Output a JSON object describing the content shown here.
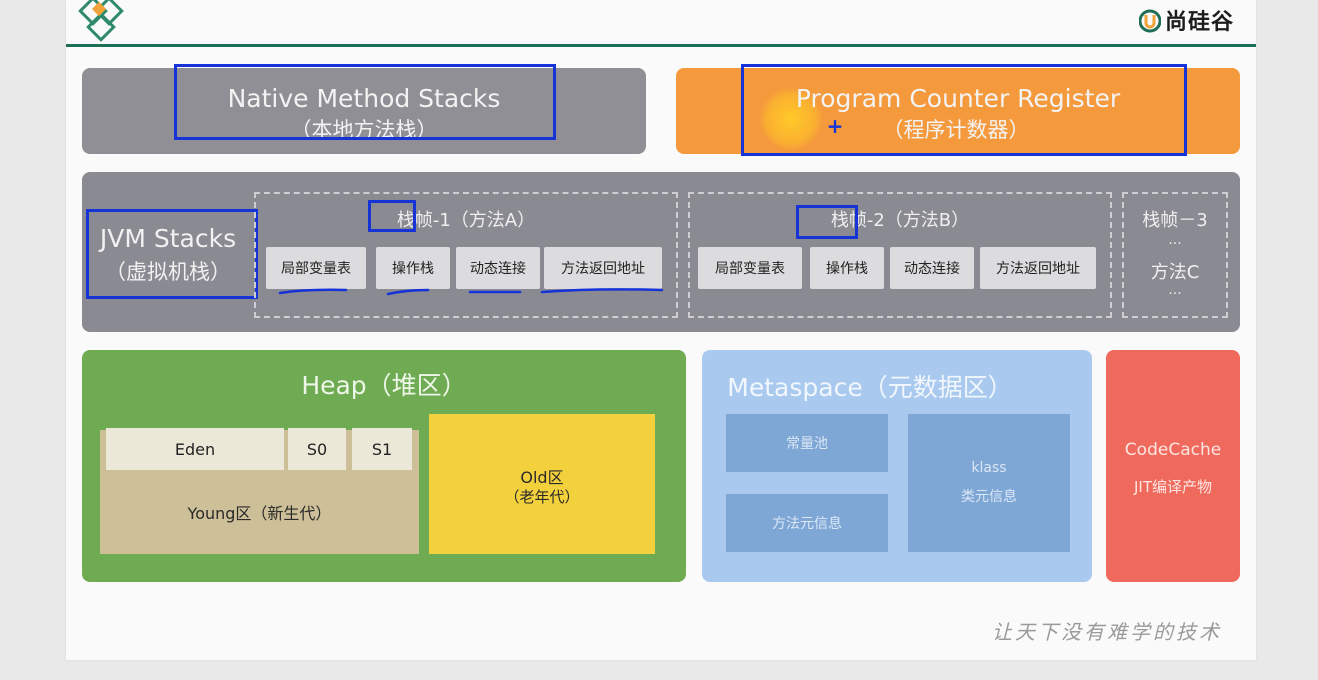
{
  "brand": {
    "name": "尚硅谷"
  },
  "native": {
    "title": "Native Method Stacks",
    "subtitle": "（本地方法栈）"
  },
  "pcr": {
    "title": "Program Counter Register",
    "plus": "+",
    "subtitle": "（程序计数器）"
  },
  "jvm_stacks": {
    "title": "JVM Stacks",
    "subtitle": "（虚拟机栈）",
    "frames": [
      {
        "title": "栈帧-1（方法A）",
        "cells": [
          "局部变量表",
          "操作栈",
          "动态连接",
          "方法返回地址"
        ]
      },
      {
        "title": "栈帧-2（方法B）",
        "cells": [
          "局部变量表",
          "操作栈",
          "动态连接",
          "方法返回地址"
        ]
      },
      {
        "title": "栈帧－3",
        "dots1": "...",
        "method": "方法C",
        "dots2": "..."
      }
    ]
  },
  "heap": {
    "title": "Heap（堆区）",
    "eden": "Eden",
    "s0": "S0",
    "s1": "S1",
    "young": "Young区（新生代）",
    "old": "Old区",
    "old_sub": "（老年代）"
  },
  "metaspace": {
    "title": "Metaspace（元数据区）",
    "constant_pool": "常量池",
    "method_meta": "方法元信息",
    "klass": "klass",
    "klass_sub": "类元信息"
  },
  "codecache": {
    "title": "CodeCache",
    "subtitle": "JIT编译产物"
  },
  "slogan": "让天下没有难学的技术",
  "colors": {
    "native": "#8f8f95",
    "pcr": "#f49a3c",
    "jvm": "#8a8a92",
    "heap": "#6fab52",
    "old": "#f3d13c",
    "metaspace": "#a9c9ee",
    "codecache": "#ef6a5d",
    "annotation": "#1533d6"
  }
}
